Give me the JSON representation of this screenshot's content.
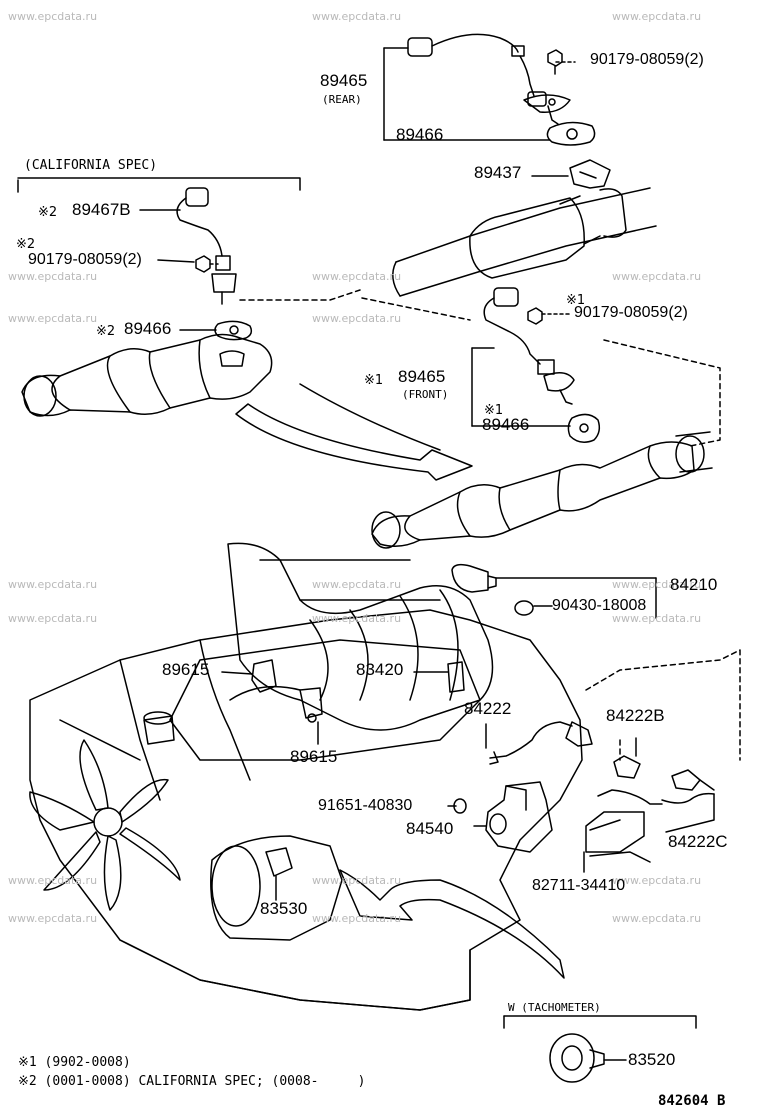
{
  "watermark": "www.epcdata.ru",
  "headers": {
    "california": "(CALIFORNIA SPEC)",
    "tachometer": "W (TACHOMETER)"
  },
  "markers": {
    "m1": "※1",
    "m2": "※2"
  },
  "parts": {
    "p89465_rear": "89465",
    "rear": "(REAR)",
    "p90179_top": "90179-08059(2)",
    "p89466_top": "89466",
    "p89437": "89437",
    "p89467B": "89467B",
    "p90179_left": "90179-08059(2)",
    "p89466_left": "89466",
    "p90179_right": "90179-08059(2)",
    "p89465_front": "89465",
    "front": "(FRONT)",
    "p89466_front": "89466",
    "p84210": "84210",
    "p90430": "90430-18008",
    "p89615_a": "89615",
    "p83420": "83420",
    "p84222": "84222",
    "p84222B": "84222B",
    "p89615_b": "89615",
    "p91651": "91651-40830",
    "p84540": "84540",
    "p84222C": "84222C",
    "p82711": "82711-34410",
    "p83530": "83530",
    "p83520": "83520"
  },
  "notes": {
    "n1": "※1 (9902-0008)",
    "n2": "※2 (0001-0008) CALIFORNIA SPEC; (0008-     )"
  },
  "figure_code": "842604 B"
}
